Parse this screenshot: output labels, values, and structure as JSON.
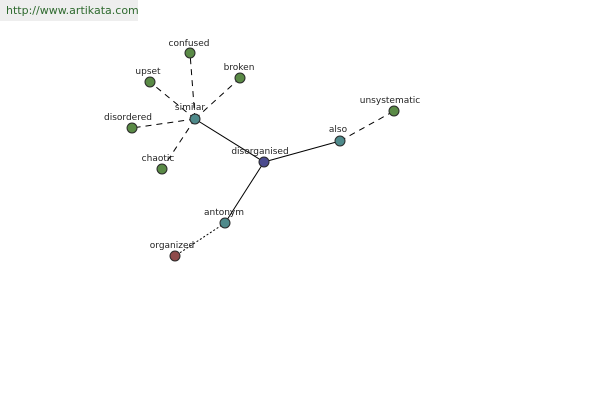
{
  "site": {
    "url": "http://www.artikata.com"
  },
  "graph": {
    "nodes": [
      {
        "id": "disorganised",
        "label": "disorganised",
        "color": "#4a4a8e"
      },
      {
        "id": "similar",
        "label": "similar",
        "color": "#4f8a8b"
      },
      {
        "id": "also",
        "label": "also",
        "color": "#4f8a8b"
      },
      {
        "id": "antonym",
        "label": "antonym",
        "color": "#4f8a8b"
      },
      {
        "id": "confused",
        "label": "confused",
        "color": "#5a8a46"
      },
      {
        "id": "upset",
        "label": "upset",
        "color": "#5a8a46"
      },
      {
        "id": "broken",
        "label": "broken",
        "color": "#5a8a46"
      },
      {
        "id": "disordered",
        "label": "disordered",
        "color": "#5a8a46"
      },
      {
        "id": "chaotic",
        "label": "chaotic",
        "color": "#5a8a46"
      },
      {
        "id": "unsystematic",
        "label": "unsystematic",
        "color": "#5a8a46"
      },
      {
        "id": "organized",
        "label": "organized",
        "color": "#8e4a4a"
      }
    ],
    "edges": [
      {
        "from": "disorganised",
        "to": "similar",
        "style": "solid"
      },
      {
        "from": "disorganised",
        "to": "also",
        "style": "solid"
      },
      {
        "from": "disorganised",
        "to": "antonym",
        "style": "solid"
      },
      {
        "from": "similar",
        "to": "confused",
        "style": "dashed"
      },
      {
        "from": "similar",
        "to": "upset",
        "style": "dashed"
      },
      {
        "from": "similar",
        "to": "broken",
        "style": "dashed"
      },
      {
        "from": "similar",
        "to": "disordered",
        "style": "dashed"
      },
      {
        "from": "similar",
        "to": "chaotic",
        "style": "dashed"
      },
      {
        "from": "also",
        "to": "unsystematic",
        "style": "dashed"
      },
      {
        "from": "antonym",
        "to": "organized",
        "style": "dotted"
      }
    ]
  }
}
